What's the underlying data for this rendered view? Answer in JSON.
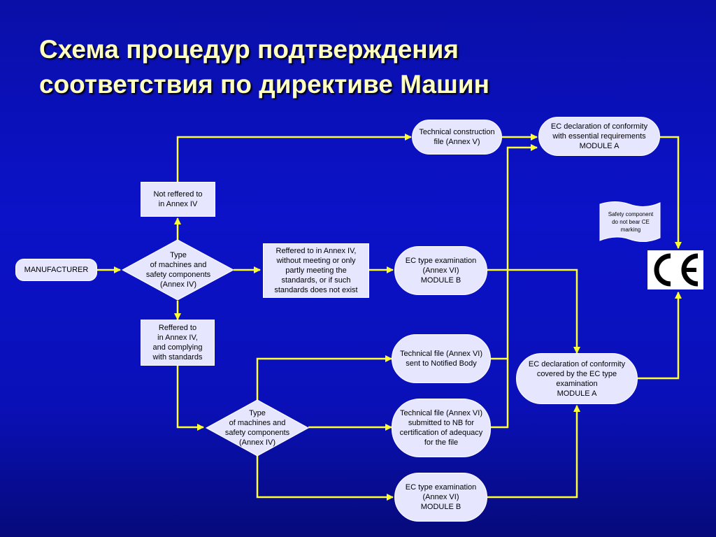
{
  "title": {
    "line1": "Схема процедур подтверждения",
    "line2": "соответствия по директиве Машин"
  },
  "colors": {
    "background": "#0a10b8",
    "title": "#ffffc0",
    "node_fill": "#e6e6ff",
    "arrow": "#ffff33"
  },
  "nodes": {
    "manufacturer": "MANUFACTURER",
    "diamond1": [
      "Type",
      "of machines and",
      "safety components",
      "(Annex IV)"
    ],
    "not_referred": [
      "Not reffered to",
      "in Annex IV"
    ],
    "referred_not_meeting": [
      "Reffered to in Annex IV,",
      "without meeting or only",
      "partly meeting the",
      "standards, or if such",
      "standards does not exist"
    ],
    "referred_complying": [
      "Reffered to",
      "in Annex IV,",
      "and complying",
      "with standards"
    ],
    "tech_construction": [
      "Technical construction",
      "file (Annex V)"
    ],
    "ec_decl_a": [
      "EC declaration of conformity",
      "with essential requirements",
      "MODULE A"
    ],
    "ec_type_b1": [
      "EC type examination",
      "(Annex VI)",
      "MODULE B"
    ],
    "safety_flag": [
      "Safety component",
      "do not bear CE",
      "marking"
    ],
    "ec_decl_covered": [
      "EC declaration of conformity",
      "covered by the EC type",
      "examination",
      "MODULE A"
    ],
    "tech_file_sent": [
      "Technical file (Annex VI)",
      "sent to Notified Body"
    ],
    "diamond2": [
      "Type",
      "of machines and",
      "safety components",
      "(Annex IV)"
    ],
    "tech_file_submitted": [
      "Technical file (Annex VI)",
      "submitted to NB for",
      "certification of adequacy",
      "for the file"
    ],
    "ec_type_b2": [
      "EC type examination",
      "(Annex VI)",
      "MODULE B"
    ]
  },
  "icons": {
    "ce": "ce-marking-icon"
  }
}
